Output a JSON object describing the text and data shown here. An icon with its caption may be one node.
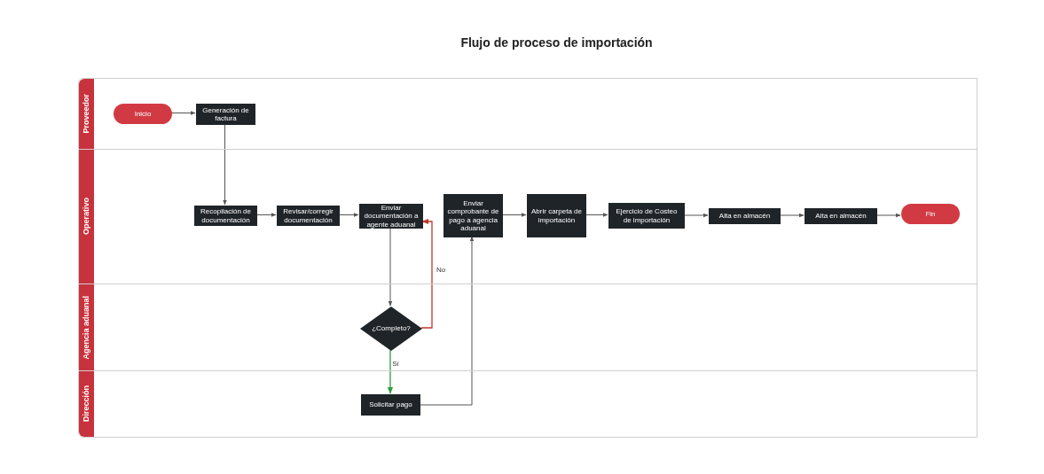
{
  "diagram": {
    "title": "Flujo de proceso de importación",
    "nodes": [
      {
        "text": [
          "Proveedor"
        ]
      },
      {
        "text": [
          "Operativo"
        ]
      },
      {
        "text": [
          "Agencia aduanal"
        ]
      },
      {
        "text": [
          "Dirección"
        ]
      },
      {
        "text": [
          "Inicio"
        ],
        "in": 0
      },
      {
        "text": [
          "Generación de factura"
        ],
        "in": 0
      },
      {
        "text": [
          "Recopilación de documentación"
        ],
        "in": 1
      },
      {
        "text": [
          "Revisar/corregir documentación"
        ],
        "in": 1
      },
      {
        "text": [
          "Enviar documentación a agente aduanal"
        ],
        "in": 1
      },
      {
        "text": [
          "Enviar comprobante de pago a agencia aduanal"
        ],
        "in": 1
      },
      {
        "text": [
          "Abrir carpeta de importación"
        ],
        "in": 1
      },
      {
        "text": [
          "Ejercicio de Costeo de importación"
        ],
        "in": 1
      },
      {
        "text": [
          "Alta en almacén"
        ],
        "in": 1
      },
      {
        "text": [
          "Alta en almacén"
        ],
        "in": 1
      },
      {
        "text": [
          "Fin"
        ],
        "in": 1
      },
      {
        "text": [
          "¿Completo?"
        ],
        "in": 2
      },
      {
        "text": [
          "Solicitar pago"
        ],
        "in": 3
      }
    ],
    "edges": [
      {
        "from": 4,
        "to": 5,
        "arrow": "to"
      },
      {
        "from": 5,
        "to": 6,
        "arrow": "to"
      },
      {
        "from": 6,
        "to": 7,
        "arrow": "to"
      },
      {
        "from": 7,
        "to": 8,
        "arrow": "to"
      },
      {
        "from": 8,
        "to": 15,
        "arrow": "to"
      },
      {
        "from": 15,
        "to": 8,
        "arrow": "to",
        "label": "No",
        "color": "#c0392b"
      },
      {
        "from": 15,
        "to": 16,
        "arrow": "to",
        "label": "Sí",
        "color": "#2e9e3e"
      },
      {
        "from": 16,
        "to": 9,
        "arrow": "to"
      },
      {
        "from": 9,
        "to": 10,
        "arrow": "to"
      },
      {
        "from": 10,
        "to": 11,
        "arrow": "to"
      },
      {
        "from": 11,
        "to": 12,
        "arrow": "to"
      },
      {
        "from": 12,
        "to": 13,
        "arrow": "to"
      },
      {
        "from": 13,
        "to": 14,
        "arrow": "to"
      }
    ]
  }
}
